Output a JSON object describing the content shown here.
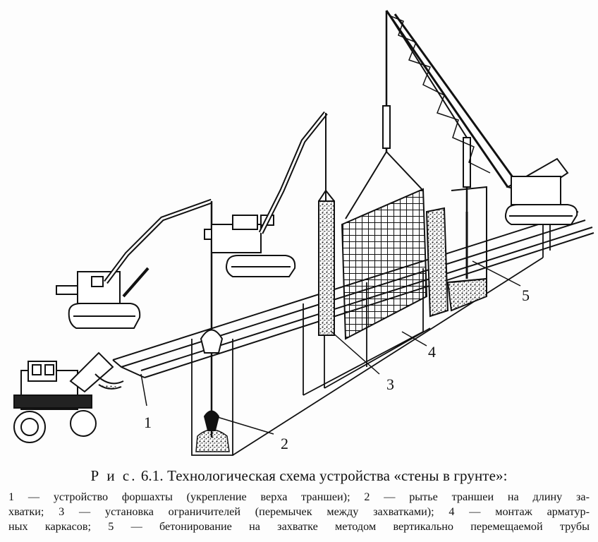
{
  "figure": {
    "labels": [
      "1",
      "2",
      "3",
      "4",
      "5"
    ]
  },
  "caption": {
    "fig_label": "Р и с.",
    "fig_number": "6.1.",
    "title": "Технологическая схема устройства «стены в грунте»:",
    "legend_lines": [
      "1 — устройство форшахты (укрепление верха траншеи); 2 — рытье траншеи на длину за-",
      "хватки; 3 — установка ограничителей (перемычек между захватками); 4 — монтаж арматур-",
      "ных каркасов; 5 — бетонирование на захватке методом вертикально перемещаемой трубы"
    ]
  }
}
